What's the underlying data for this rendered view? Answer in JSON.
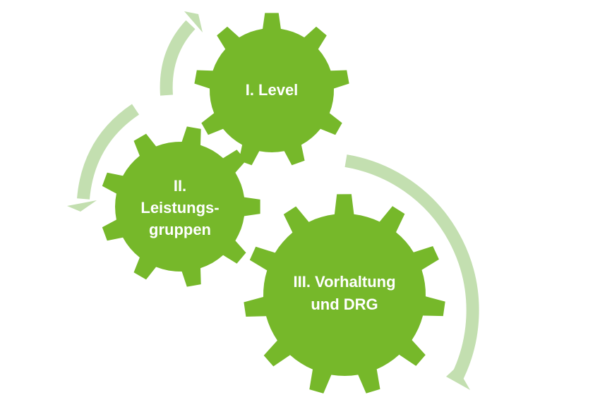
{
  "gears": [
    {
      "id": "level",
      "label_lines": [
        "I. Level"
      ]
    },
    {
      "id": "leistungsgruppen",
      "label_lines": [
        "II.",
        "Leistungs-",
        "gruppen"
      ]
    },
    {
      "id": "vorhaltung",
      "label_lines": [
        "III. Vorhaltung",
        "und DRG"
      ]
    }
  ],
  "colors": {
    "gear": "#76b82a",
    "arrow": "#c3dfb0",
    "text": "#ffffff",
    "background": "#ffffff"
  }
}
